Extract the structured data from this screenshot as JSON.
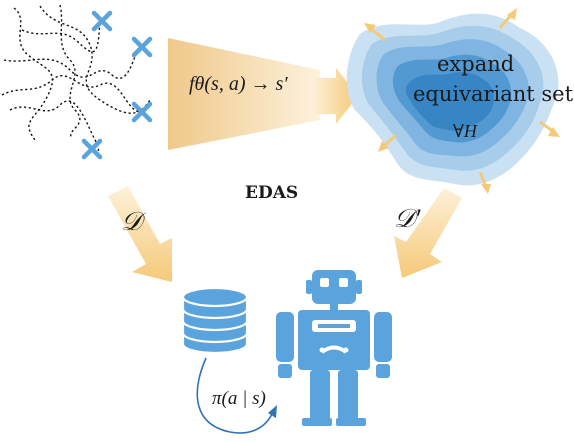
{
  "labels": {
    "transition": "fθ(s, a) → s′",
    "expand_line1": "expand",
    "expand_line2": "equivariant set",
    "group": "∀H",
    "method": "EDAS",
    "dataset": "𝒟",
    "dataset_prime": "𝒟′",
    "policy": "π(a | s)"
  },
  "colors": {
    "blue": "#5aa3dc",
    "orange_arrow": "#f5c978",
    "funnel_light": "#fbe9c4",
    "funnel_dark": "#f0c88a",
    "blob_outer": "#c3ddf0",
    "blob_inner": "#2f84c4"
  }
}
